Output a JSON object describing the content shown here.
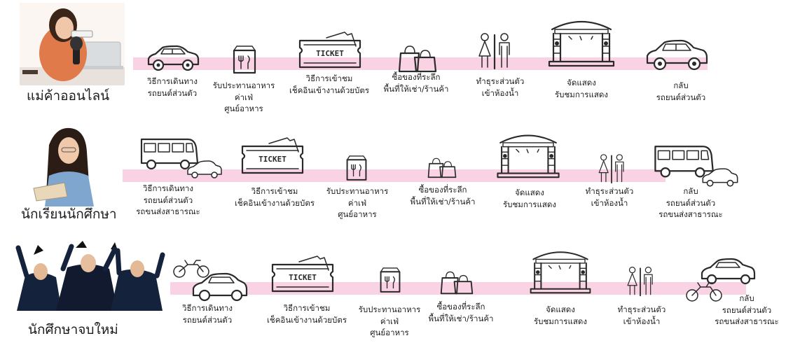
{
  "journeys": [
    {
      "persona": "แม่ค้าออนไลน์",
      "steps": [
        {
          "icon": "car-icon",
          "lines": [
            "วิธีการเดินทาง",
            "รถยนต์ส่วนตัว"
          ]
        },
        {
          "icon": "food-bag-icon",
          "lines": [
            "รับประทานอาหาร",
            "ค่าเฟ่",
            "ศูนย์อาหาร"
          ]
        },
        {
          "icon": "ticket-icon",
          "ticket_text": "TICKET",
          "lines": [
            "วิธีการเข้าชม",
            "เช็คอินเข้างานด้วยบัตร"
          ]
        },
        {
          "icon": "shopping-bags-icon",
          "lines": [
            "ซื้อของที่ระลึก",
            "พื้นที่ให้เช่า/ร้านค้า"
          ]
        },
        {
          "icon": "restroom-icon",
          "lines": [
            "ทำธุระส่วนตัว",
            "เข้าห้องน้ำ"
          ]
        },
        {
          "icon": "concert-stage-icon",
          "lines": [
            "จัดแสดง",
            "รับชมการแสดง"
          ]
        },
        {
          "icon": "car-icon",
          "lines": [
            "กลับ",
            "รถยนต์ส่วนตัว"
          ]
        }
      ]
    },
    {
      "persona": "นักเรียนนักศึกษา",
      "steps": [
        {
          "icon": "bus-and-car-icon",
          "lines": [
            "วิธีการเดินทาง",
            "รถยนต์ส่วนตัว",
            "รถขนส่งสาธารณะ"
          ]
        },
        {
          "icon": "ticket-icon",
          "ticket_text": "TICKET",
          "lines": [
            "วิธีการเข้าชม",
            "เช็คอินเข้างานด้วยบัตร"
          ]
        },
        {
          "icon": "food-bag-icon",
          "lines": [
            "รับประทานอาหาร",
            "ค่าเฟ่",
            "ศูนย์อาหาร"
          ]
        },
        {
          "icon": "shopping-bags-icon",
          "lines": [
            "ซื้อของที่ระลึก",
            "พื้นที่ให้เช่า/ร้านค้า"
          ]
        },
        {
          "icon": "concert-stage-icon",
          "lines": [
            "จัดแสดง",
            "รับชมการแสดง"
          ]
        },
        {
          "icon": "restroom-icon",
          "lines": [
            "ทำธุระส่วนตัว",
            "เข้าห้องน้ำ"
          ]
        },
        {
          "icon": "bus-and-car-icon",
          "lines": [
            "กลับ",
            "รถยนต์ส่วนตัว",
            "รถขนส่งสาธารณะ"
          ]
        }
      ]
    },
    {
      "persona": "นักศึกษาจบใหม่",
      "steps": [
        {
          "icon": "motorcycle-and-car-icon",
          "lines": [
            "วิธีการเดินทาง",
            "รถยนต์ส่วนตัว"
          ]
        },
        {
          "icon": "ticket-icon",
          "ticket_text": "TICKET",
          "lines": [
            "วิธีการเข้าชม",
            "เช็คอินเข้างานด้วยบัตร"
          ]
        },
        {
          "icon": "food-bag-icon",
          "lines": [
            "รับประทานอาหาร",
            "ค่าเฟ่",
            "ศูนย์อาหาร"
          ]
        },
        {
          "icon": "shopping-bags-icon",
          "lines": [
            "ซื้อของที่ระลึก",
            "พื้นที่ให้เช่า/ร้านค้า"
          ]
        },
        {
          "icon": "concert-stage-icon",
          "lines": [
            "จัดแสดง",
            "รับชมการแสดง"
          ]
        },
        {
          "icon": "restroom-icon",
          "lines": [
            "ทำธุระส่วนตัว",
            "เข้าห้องน้ำ"
          ]
        },
        {
          "icon": "car-and-motorcycle-icon",
          "lines": [
            "กลับ",
            "รถยนต์ส่วนตัว",
            "รถขนส่งสาธารณะ"
          ]
        }
      ]
    }
  ],
  "colors": {
    "band": "#f9d3e3",
    "icon_stroke": "#2a2a2a",
    "text": "#1e1e1e"
  }
}
